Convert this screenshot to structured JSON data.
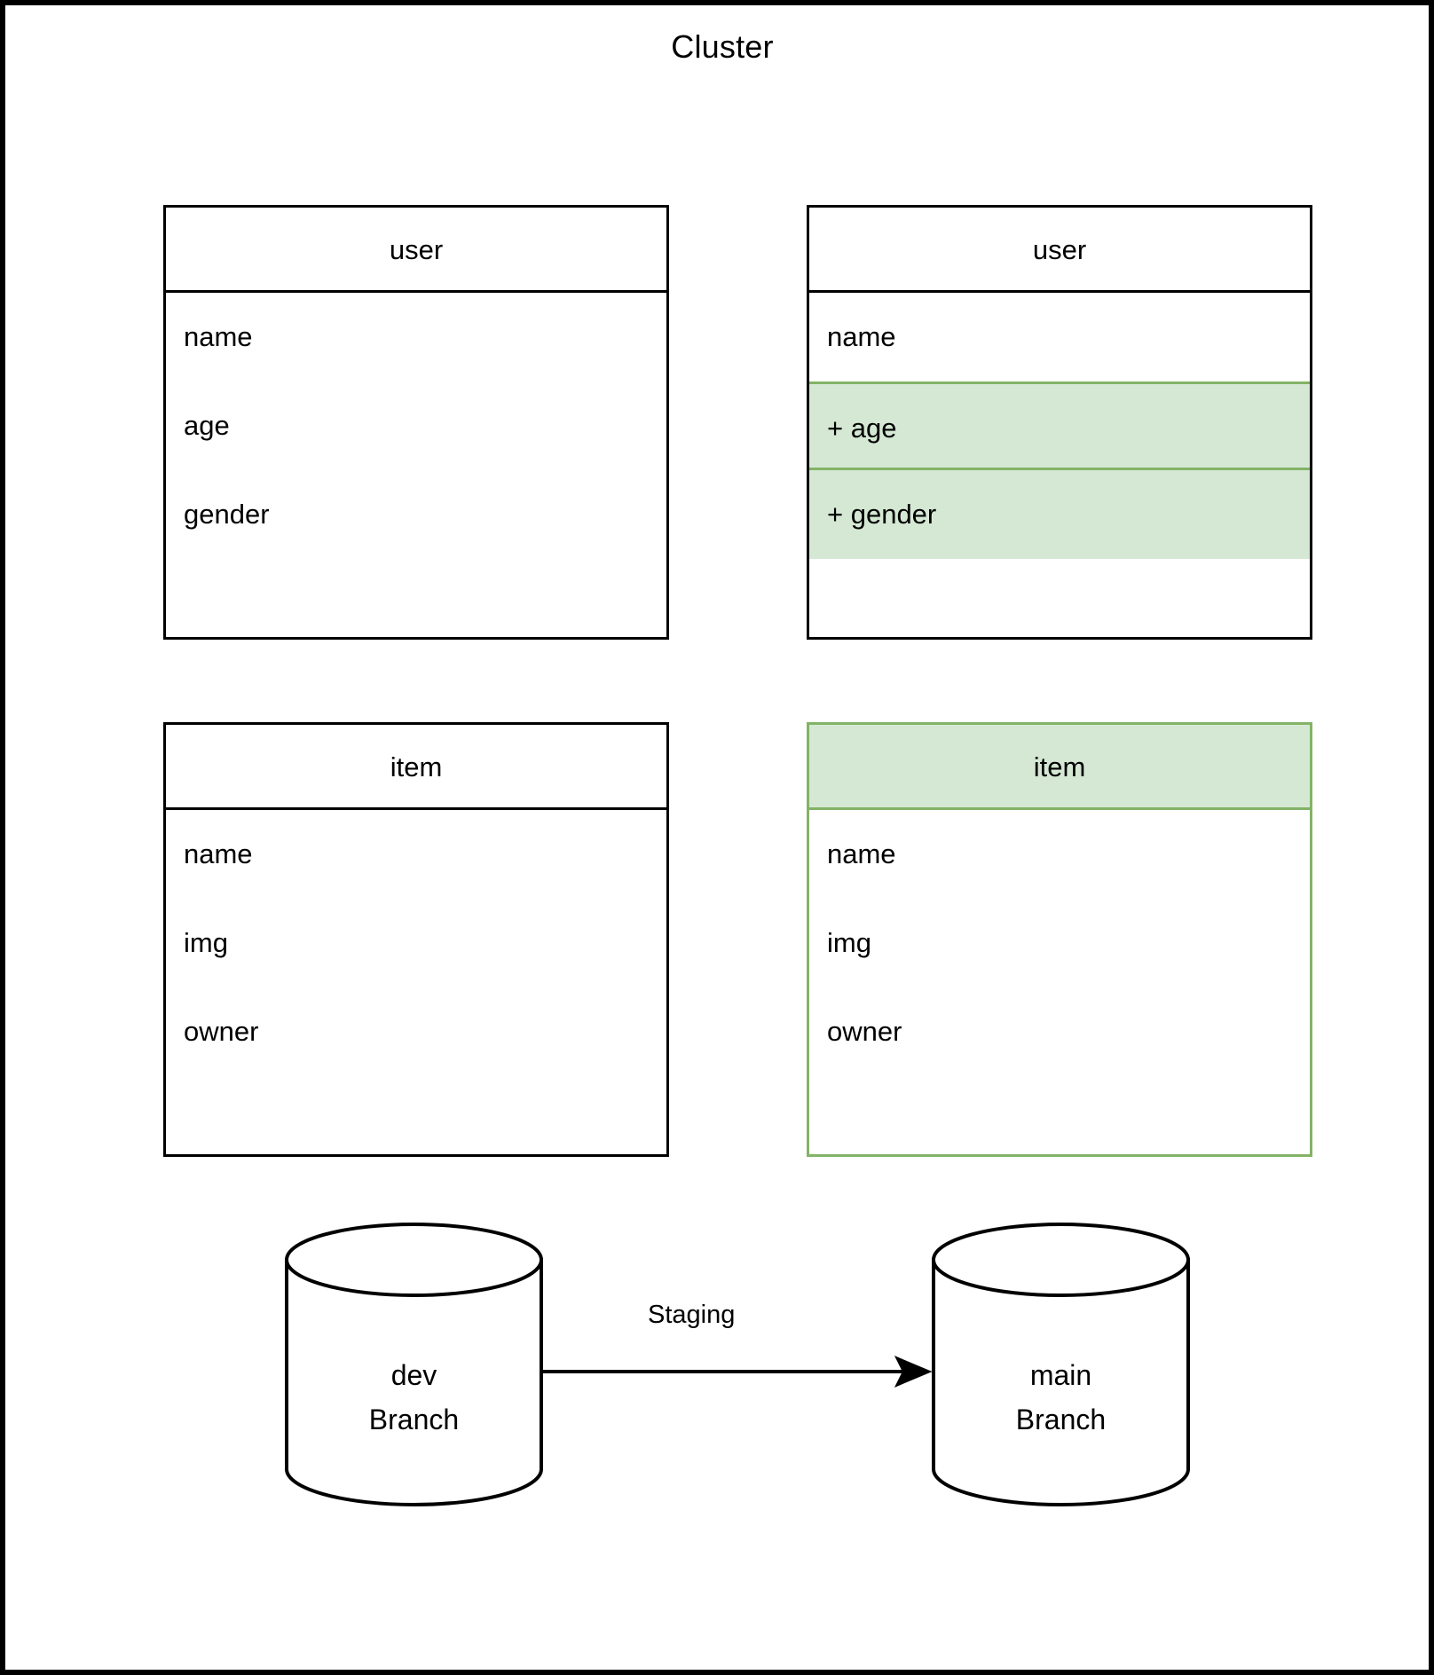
{
  "diagram": {
    "title": "Cluster",
    "frame_color": "#000000",
    "accent_green_border": "#82b366",
    "accent_green_fill": "#d5e8d4"
  },
  "tables": {
    "user_left": {
      "header": "user",
      "rows": [
        "name",
        "age",
        "gender"
      ]
    },
    "user_right": {
      "header": "user",
      "rows": [
        "name",
        "+ age",
        "+ gender"
      ]
    },
    "item_left": {
      "header": "item",
      "rows": [
        "name",
        "img",
        "owner"
      ]
    },
    "item_right": {
      "header": "item",
      "rows": [
        "name",
        "img",
        "owner"
      ]
    }
  },
  "branches": {
    "dev": {
      "line1": "dev",
      "line2": "Branch"
    },
    "main": {
      "line1": "main",
      "line2": "Branch"
    },
    "edge_label": "Staging"
  }
}
